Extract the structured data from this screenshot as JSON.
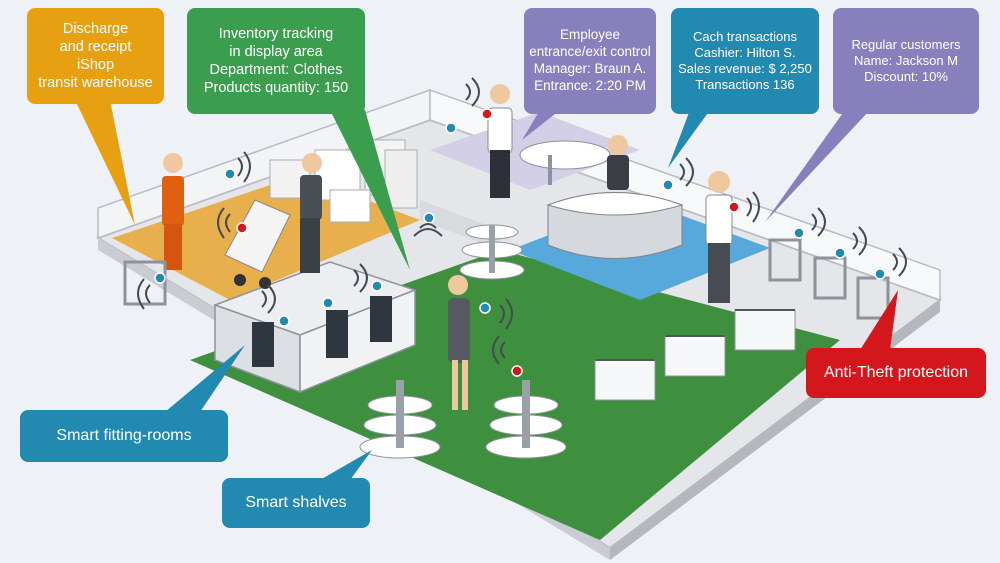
{
  "colors": {
    "orange": "#e8a013",
    "green": "#3a9e4e",
    "purple": "#8780bd",
    "blue": "#2289b1",
    "red": "#d4171d",
    "floor_green": "#3e8f3e",
    "floor_orange": "#e7b04c",
    "floor_blue": "#56a9da"
  },
  "callouts": {
    "discharge": {
      "lines": [
        "Discharge",
        "and receipt",
        "iShop",
        "transit warehouse"
      ]
    },
    "inventory": {
      "lines": [
        "Inventory tracking",
        "in display area",
        "Department: Clothes",
        "Products quantity: 150"
      ]
    },
    "employee": {
      "lines": [
        "Employee",
        "entrance/exit control",
        "Manager: Braun A.",
        "Entrance: 2:20 PM"
      ]
    },
    "cash": {
      "lines": [
        "Cach transactions",
        "Cashier: Hilton S.",
        "Sales revenue: $ 2,250",
        "Transactions 136"
      ]
    },
    "regular": {
      "lines": [
        "Regular customers",
        "Name: Jackson M",
        "Discount: 10%"
      ]
    },
    "fitting": {
      "label": "Smart fitting-rooms"
    },
    "shelves": {
      "label": "Smart shalves"
    },
    "antitheft": {
      "label": "Anti-Theft protection"
    }
  },
  "icons": [
    "rfid-tag-icon",
    "wireless-signal-icon",
    "person-icon",
    "clothing-rack-icon",
    "shelf-icon",
    "security-gate-icon",
    "cart-icon",
    "desk-icon"
  ]
}
